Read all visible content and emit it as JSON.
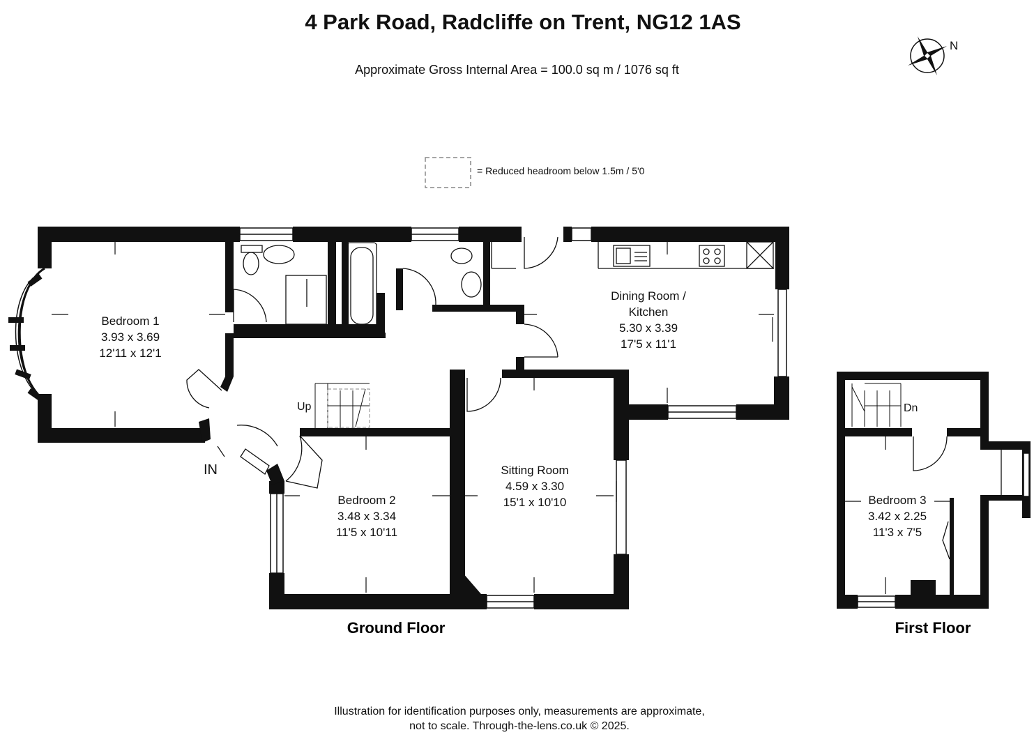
{
  "header": {
    "title": "4 Park Road, Radcliffe on Trent, NG12 1AS",
    "subtitle": "Approximate Gross Internal Area = 100.0 sq m / 1076 sq ft"
  },
  "compass": {
    "label": "N",
    "icon": "compass-star-icon"
  },
  "legend": {
    "text": "= Reduced headroom below 1.5m / 5'0"
  },
  "ground_floor": {
    "label": "Ground Floor",
    "rooms": [
      {
        "name": "Bedroom 1",
        "metric": "3.93 x 3.69",
        "imperial": "12'11 x 12'1"
      },
      {
        "name": "Dining Room /",
        "name2": "Kitchen",
        "metric": "5.30 x 3.39",
        "imperial": "17'5 x 11'1"
      },
      {
        "name": "Sitting Room",
        "metric": "4.59 x 3.30",
        "imperial": "15'1 x 10'10"
      },
      {
        "name": "Bedroom 2",
        "metric": "3.48 x 3.34",
        "imperial": "11'5 x 10'11"
      }
    ],
    "stairs_label": "Up",
    "entrance_label": "IN"
  },
  "first_floor": {
    "label": "First Floor",
    "rooms": [
      {
        "name": "Bedroom 3",
        "metric": "3.42 x 2.25",
        "imperial": "11'3 x 7'5"
      }
    ],
    "stairs_label": "Dn"
  },
  "footer": {
    "line1": "Illustration for identification purposes only, measurements are approximate,",
    "line2": "not to scale. Through-the-lens.co.uk © 2025."
  }
}
